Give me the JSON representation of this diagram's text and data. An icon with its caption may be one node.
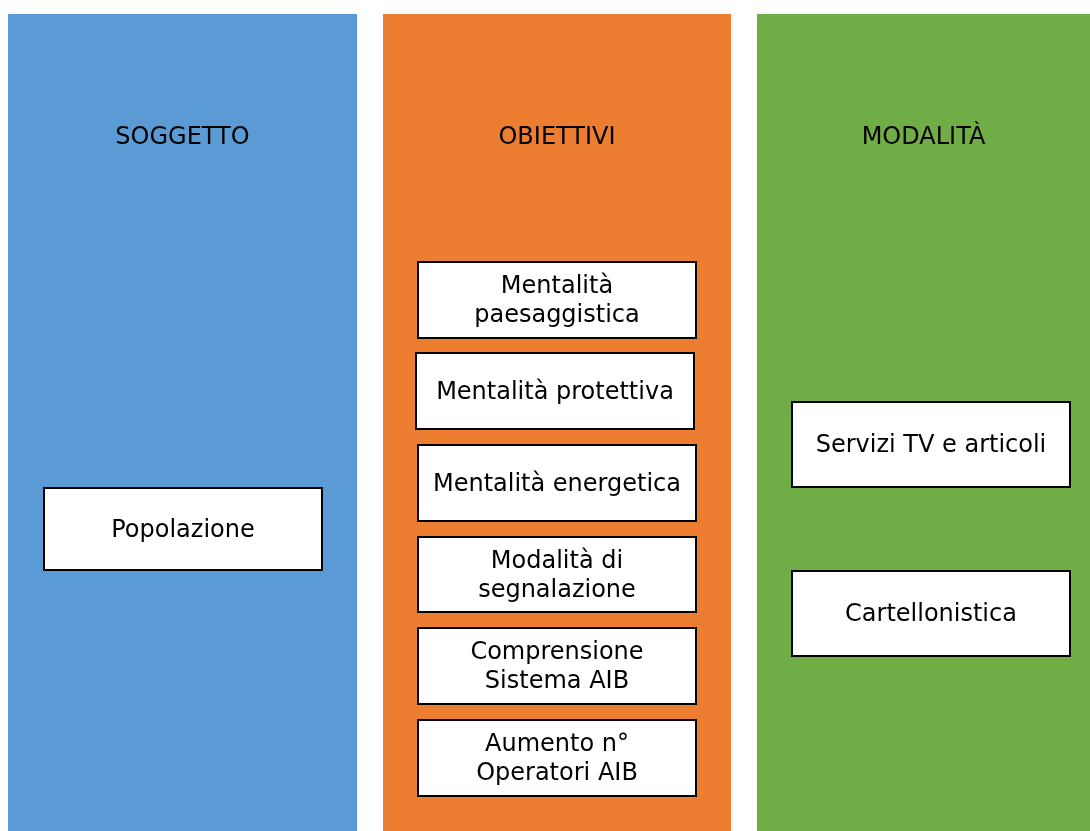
{
  "diagram": {
    "nodes": [
      {
        "text": [
          "SOGGETTO"
        ]
      },
      {
        "text": [
          "Popolazione"
        ],
        "in": 0
      },
      {
        "text": [
          "OBIETTIVI"
        ]
      },
      {
        "text": [
          "Mentalità paesaggistica"
        ],
        "in": 2
      },
      {
        "text": [
          "Mentalità protettiva"
        ],
        "in": 2
      },
      {
        "text": [
          "Mentalità energetica"
        ],
        "in": 2
      },
      {
        "text": [
          "Modalità di segnalazione"
        ],
        "in": 2
      },
      {
        "text": [
          "Comprensione Sistema AIB"
        ],
        "in": 2
      },
      {
        "text": [
          "Aumento n° Operatori AIB"
        ],
        "in": 2
      },
      {
        "text": [
          "MODALITÀ"
        ]
      },
      {
        "text": [
          "Servizi TV e articoli"
        ],
        "in": 9
      },
      {
        "text": [
          "Cartellonistica"
        ],
        "in": 9
      }
    ],
    "edges": []
  }
}
